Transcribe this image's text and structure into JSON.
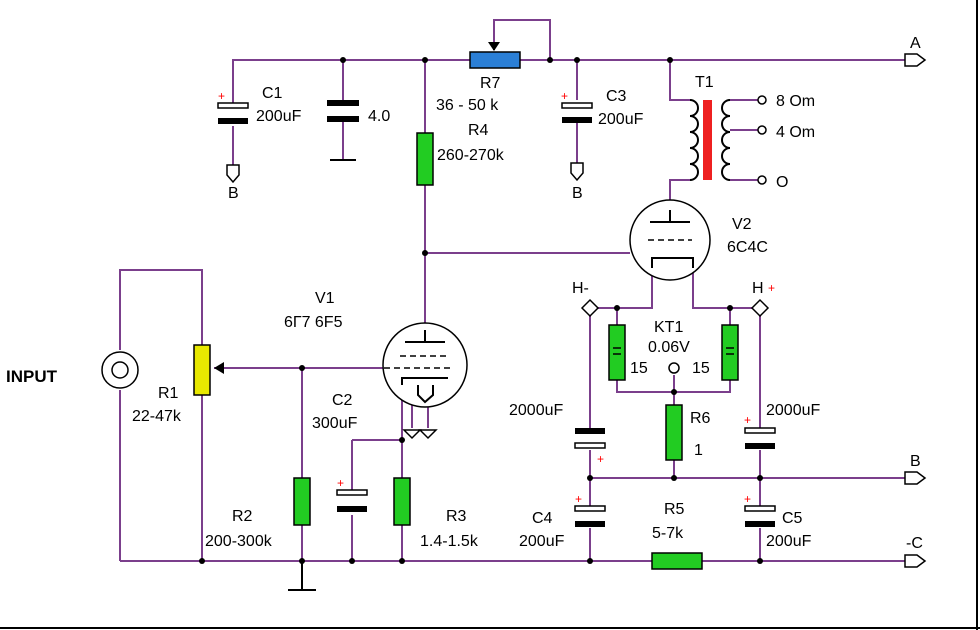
{
  "colors": {
    "wire": "#7b3f8c",
    "resistor": "#22cc22",
    "pot_r1": "#e8e800",
    "pot_r7": "#2b7fd6",
    "transformer_core": "#ee2020",
    "polarity": "#ff0000"
  },
  "terminals": {
    "a": "A",
    "b": "B",
    "minus_c": "-C",
    "b_left": "B",
    "b_mid": "B"
  },
  "input": {
    "label": "INPUT"
  },
  "components": {
    "c1": {
      "name": "C1",
      "value": "200uF"
    },
    "c_unnamed": {
      "value": "4.0"
    },
    "r7": {
      "name": "R7",
      "value": "36 - 50 k"
    },
    "r4": {
      "name": "R4",
      "value": "260-270k"
    },
    "c3": {
      "name": "C3",
      "value": "200uF"
    },
    "t1": {
      "name": "T1",
      "tap_8": "8 Om",
      "tap_4": "4 Om",
      "tap_0": "O"
    },
    "v2": {
      "name": "V2",
      "type": "6C4C"
    },
    "v1": {
      "name": "V1",
      "type": "6Г7  6F5"
    },
    "r1": {
      "name": "R1",
      "value": "22-47k"
    },
    "c2": {
      "name": "C2",
      "value": "300uF"
    },
    "r2": {
      "name": "R2",
      "value": "200-300k"
    },
    "r3": {
      "name": "R3",
      "value": "1.4-1.5k"
    },
    "kt1": {
      "name": "KT1",
      "value": "0.06V",
      "left": "15",
      "right": "15"
    },
    "h_minus": "H-",
    "h_plus": "H",
    "c_2000_left": {
      "value": "2000uF"
    },
    "c_2000_right": {
      "value": "2000uF"
    },
    "r6": {
      "name": "R6",
      "value": "1"
    },
    "c4": {
      "name": "C4",
      "value": "200uF"
    },
    "r5": {
      "name": "R5",
      "value": "5-7k"
    },
    "c5": {
      "name": "C5",
      "value": "200uF"
    }
  }
}
